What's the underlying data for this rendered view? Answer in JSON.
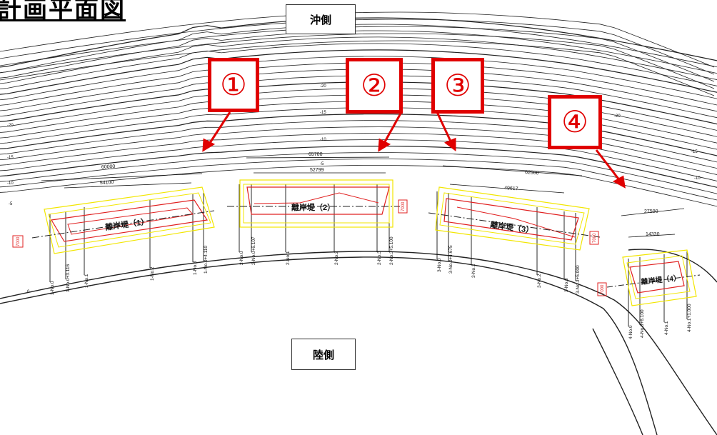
{
  "title": "計画平面図",
  "labels": {
    "offshore": "沖側",
    "landside": "陸側"
  },
  "markers": [
    "①",
    "②",
    "③",
    "④"
  ],
  "colors": {
    "marker": "#e00000",
    "outline_yellow": "#f2e600",
    "breakwater_red": "#e02020",
    "contour": "#222222"
  },
  "breakwaters": [
    {
      "name": "離岸堤（1）",
      "length": "60000",
      "sub": "54100"
    },
    {
      "name": "離岸堤（2）",
      "length": "65700",
      "sub": "52799"
    },
    {
      "name": "離岸堤（3）",
      "length": "62500",
      "sub": "49617"
    },
    {
      "name": "離岸堤（4）",
      "length": "27500",
      "sub": "14330"
    }
  ],
  "contour_labels": [
    "-20",
    "-15",
    "-10",
    "-5",
    "0"
  ],
  "station_labels": [
    "1-No.0",
    "1-No.0+3.116",
    "1-No.1",
    "1-No.2",
    "1-No.3",
    "1-No.0+4.110",
    "2-No.0",
    "2-No.0+6.107",
    "2-No.1",
    "2-No.2",
    "2-No.3",
    "2-No.3+5.100",
    "3-No.0",
    "3-No.0+4.675",
    "3-No.1",
    "3-No.2",
    "3-No.3",
    "3-No.3+5.000",
    "4-No.0",
    "4-No.0+6.100",
    "4-No.1",
    "4-No.1+1.000"
  ],
  "width_marks": [
    "7000",
    "7000",
    "7000",
    "7000"
  ]
}
